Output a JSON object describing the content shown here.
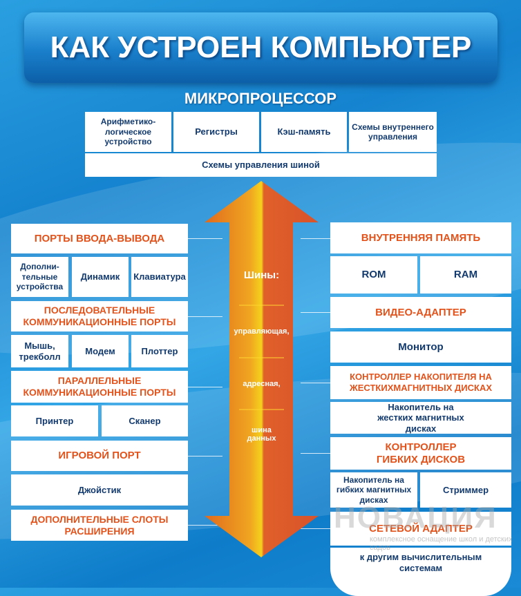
{
  "title": "КАК УСТРОЕН КОМПЬЮТЕР",
  "microprocessor": {
    "title": "МИКРОПРОЦЕССОР",
    "cells": [
      "Арифметико-логическое устройство",
      "Регистры",
      "Кэш-память",
      "Схемы внутреннего управления"
    ],
    "bus_control": "Схемы управления шиной"
  },
  "buses": {
    "title": "Шины:",
    "items": [
      "управляющая,",
      "адресная,",
      "шина данных"
    ]
  },
  "left": {
    "io_ports": {
      "title": "ПОРТЫ ВВОДА-ВЫВОДА",
      "items": [
        "Дополни-тельные устройства",
        "Динамик",
        "Клавиатура"
      ]
    },
    "serial": {
      "title": "ПОСЛЕДОВАТЕЛЬНЫЕ КОММУНИКАЦИОННЫЕ ПОРТЫ",
      "items": [
        "Мышь, трекболл",
        "Модем",
        "Плоттер"
      ]
    },
    "parallel": {
      "title": "ПАРАЛЛЕЛЬНЫЕ КОММУНИКАЦИОННЫЕ ПОРТЫ",
      "items": [
        "Принтер",
        "Сканер"
      ]
    },
    "game": {
      "title": "ИГРОВОЙ ПОРТ",
      "items": [
        "Джойстик"
      ]
    },
    "slots": {
      "title": "ДОПОЛНИТЕЛЬНЫЕ СЛОТЫ РАСШИРЕНИЯ"
    }
  },
  "right": {
    "memory": {
      "title": "ВНУТРЕННЯЯ ПАМЯТЬ",
      "items": [
        "ROM",
        "RAM"
      ]
    },
    "video": {
      "title": "ВИДЕО-АДАПТЕР",
      "items": [
        "Монитор"
      ]
    },
    "hdd": {
      "title": "КОНТРОЛЛЕР НАКОПИТЕЛЯ НА ЖЕСТКИХМАГНИТНЫХ ДИСКАХ",
      "items": [
        "Накопитель на жестких магнитных дисках"
      ]
    },
    "fdd": {
      "title": "КОНТРОЛЛЕР ГИБКИХ ДИСКОВ",
      "items": [
        "Накопитель на гибких магнитных дисках",
        "Стриммер"
      ]
    },
    "network": {
      "title": "СЕТЕВОЙ АДАПТЕР",
      "items": [
        "к другим вычислительным системам"
      ]
    }
  },
  "watermark": {
    "name": "НОВАЦИЯ",
    "tagline": "комплексное оснащение школ и детских садов"
  },
  "colors": {
    "heading": "#e2531c",
    "text": "#123a6e",
    "background": "#1a8ad6"
  }
}
